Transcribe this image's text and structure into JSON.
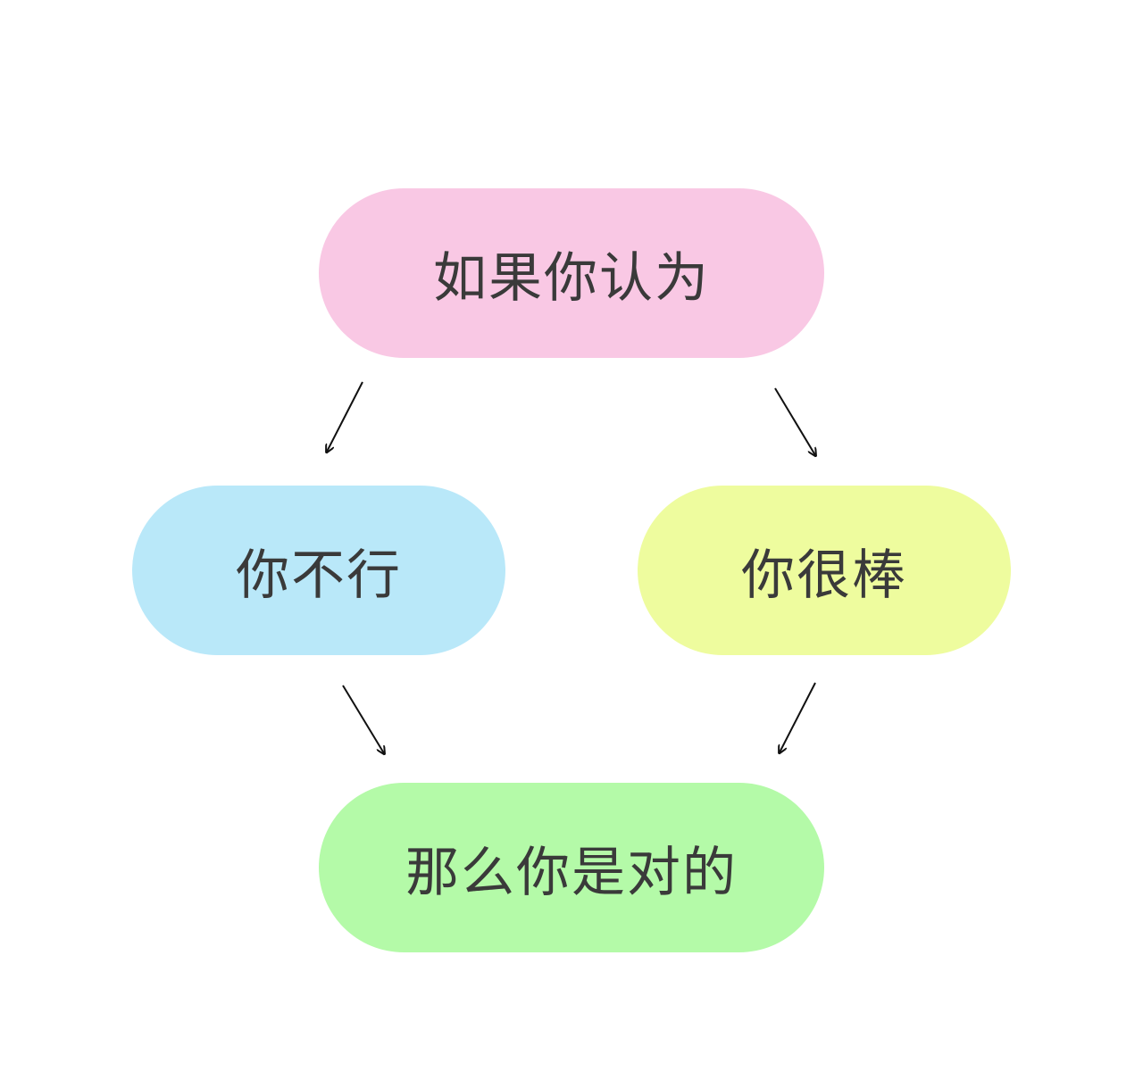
{
  "diagram": {
    "nodes": [
      {
        "id": "top",
        "label": "如果你认为",
        "color": "#f9c8e4"
      },
      {
        "id": "left",
        "label": "你不行",
        "color": "#b9e8f9"
      },
      {
        "id": "right",
        "label": "你很棒",
        "color": "#eefc9e"
      },
      {
        "id": "bottom",
        "label": "那么你是对的",
        "color": "#b4faa8"
      }
    ],
    "edges": [
      {
        "from": "top",
        "to": "left"
      },
      {
        "from": "top",
        "to": "right"
      },
      {
        "from": "left",
        "to": "bottom"
      },
      {
        "from": "right",
        "to": "bottom"
      }
    ],
    "arrow_color": "#111111"
  }
}
